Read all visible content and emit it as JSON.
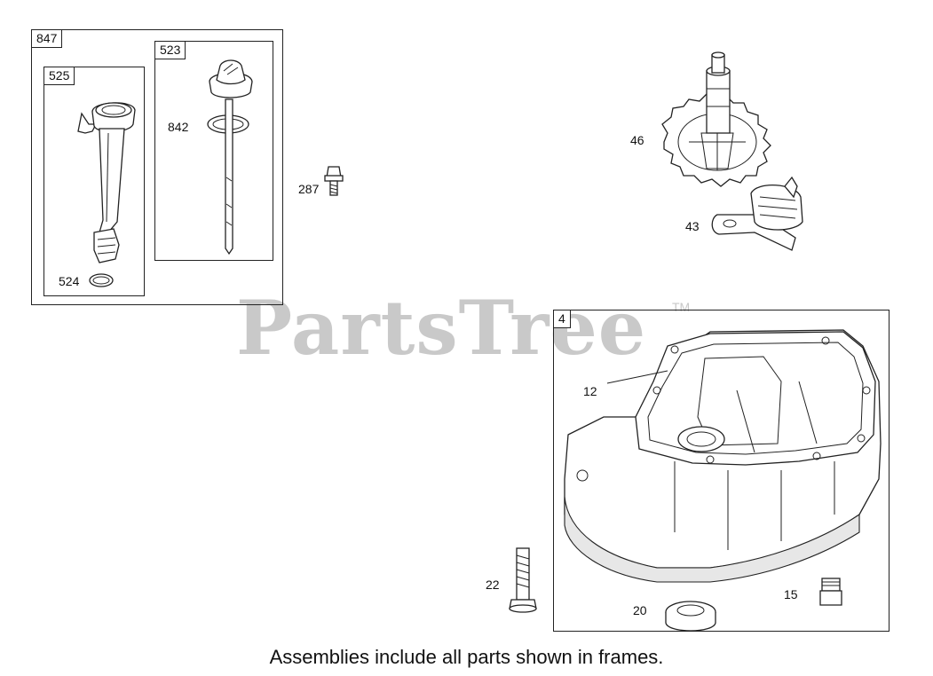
{
  "frames": {
    "outer": "847",
    "dipstick_tube": "525",
    "dipstick": "523",
    "sump": "4"
  },
  "callouts": {
    "p524": "524",
    "p842": "842",
    "p287": "287",
    "p46": "46",
    "p43": "43",
    "p12": "12",
    "p22": "22",
    "p20": "20",
    "p15": "15"
  },
  "watermark": {
    "text": "PartsTree",
    "tm": "TM"
  },
  "footer": "Assemblies include all parts shown in frames."
}
